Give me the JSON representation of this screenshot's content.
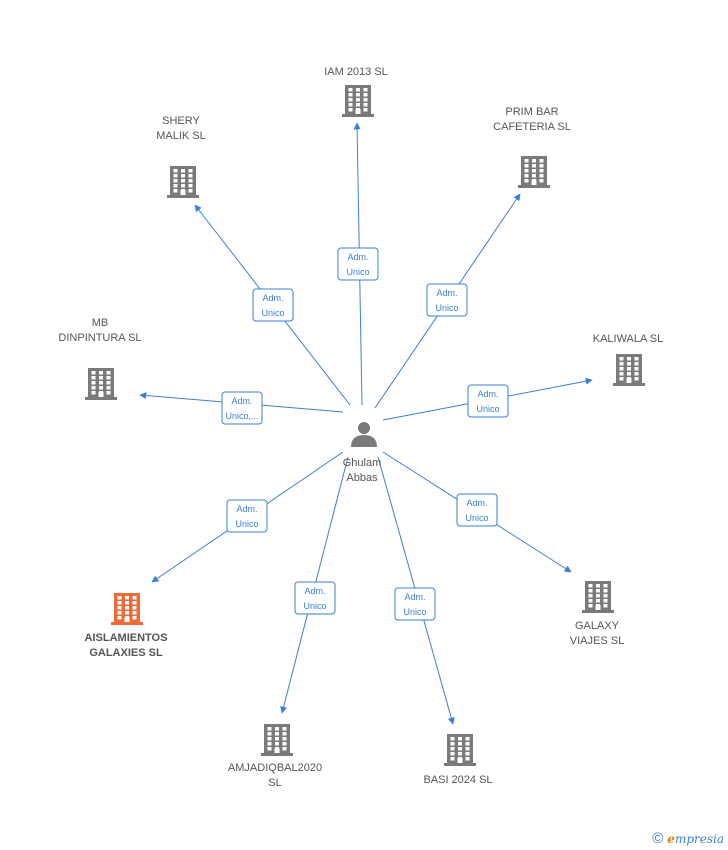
{
  "center": {
    "label_lines": [
      "Ghulam",
      "Abbas"
    ],
    "icon": "person-icon"
  },
  "colors": {
    "edge": "#3a7fd5",
    "building": "#7a7a7a",
    "highlight_building": "#f06a35",
    "label": "#555555"
  },
  "nodes": [
    {
      "id": "iam-2013-sl",
      "label_lines": [
        "IAM 2013 SL"
      ],
      "edge_lines": [
        "Adm.",
        "Unico"
      ],
      "icon": "building-icon"
    },
    {
      "id": "prim-bar-cafeteria-sl",
      "label_lines": [
        "PRIM BAR",
        "CAFETERIA  SL"
      ],
      "edge_lines": [
        "Adm.",
        "Unico"
      ],
      "icon": "building-icon"
    },
    {
      "id": "kaliwala-sl",
      "label_lines": [
        "KALIWALA  SL"
      ],
      "edge_lines": [
        "Adm.",
        "Unico"
      ],
      "icon": "building-icon"
    },
    {
      "id": "galaxy-viajes-sl",
      "label_lines": [
        "GALAXY",
        "VIAJES SL"
      ],
      "edge_lines": [
        "Adm.",
        "Unico"
      ],
      "icon": "building-icon"
    },
    {
      "id": "basi-2024-sl",
      "label_lines": [
        "BASI 2024  SL"
      ],
      "edge_lines": [
        "Adm.",
        "Unico"
      ],
      "icon": "building-icon"
    },
    {
      "id": "amjadiqbal2020-sl",
      "label_lines": [
        "AMJADIQBAL2020",
        "SL"
      ],
      "edge_lines": [
        "Adm.",
        "Unico"
      ],
      "icon": "building-icon"
    },
    {
      "id": "aislamientos-galaxies-sl",
      "label_lines": [
        "AISLAMIENTOS",
        "GALAXIES  SL"
      ],
      "edge_lines": [
        "Adm.",
        "Unico"
      ],
      "icon": "building-icon",
      "highlight": true
    },
    {
      "id": "mb-dinpintura-sl",
      "label_lines": [
        "MB",
        "DINPINTURA  SL"
      ],
      "edge_lines": [
        "Adm.",
        "Unico,..."
      ],
      "icon": "building-icon"
    },
    {
      "id": "shery-malik-sl",
      "label_lines": [
        "SHERY",
        "MALIK  SL"
      ],
      "edge_lines": [
        "Adm.",
        "Unico"
      ],
      "icon": "building-icon"
    }
  ],
  "footer": {
    "copyright_symbol": "©",
    "brand_initial": "e",
    "brand_rest": "mpresia"
  }
}
